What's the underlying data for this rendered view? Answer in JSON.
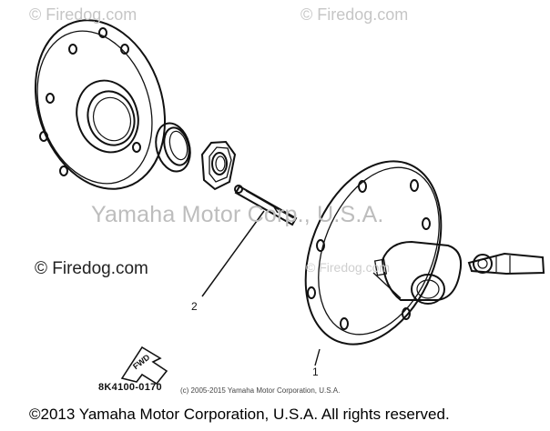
{
  "watermarks": {
    "top_left": "© Firedog.com",
    "top_right": "© Firedog.com",
    "center": "Yamaha Motor Corp., U.S.A.",
    "middle_left": "© Firedog.com",
    "inner": "© Firedog.com"
  },
  "callouts": {
    "part_1": "1",
    "part_2": "2"
  },
  "diagram": {
    "part_code": "8K4100-0170",
    "fwd_label": "FWD",
    "small_copyright": "(c) 2005-2015 Yamaha Motor Corporation, U.S.A."
  },
  "footer": {
    "copyright": "©2013 Yamaha Motor Corporation, U.S.A. All rights reserved."
  }
}
